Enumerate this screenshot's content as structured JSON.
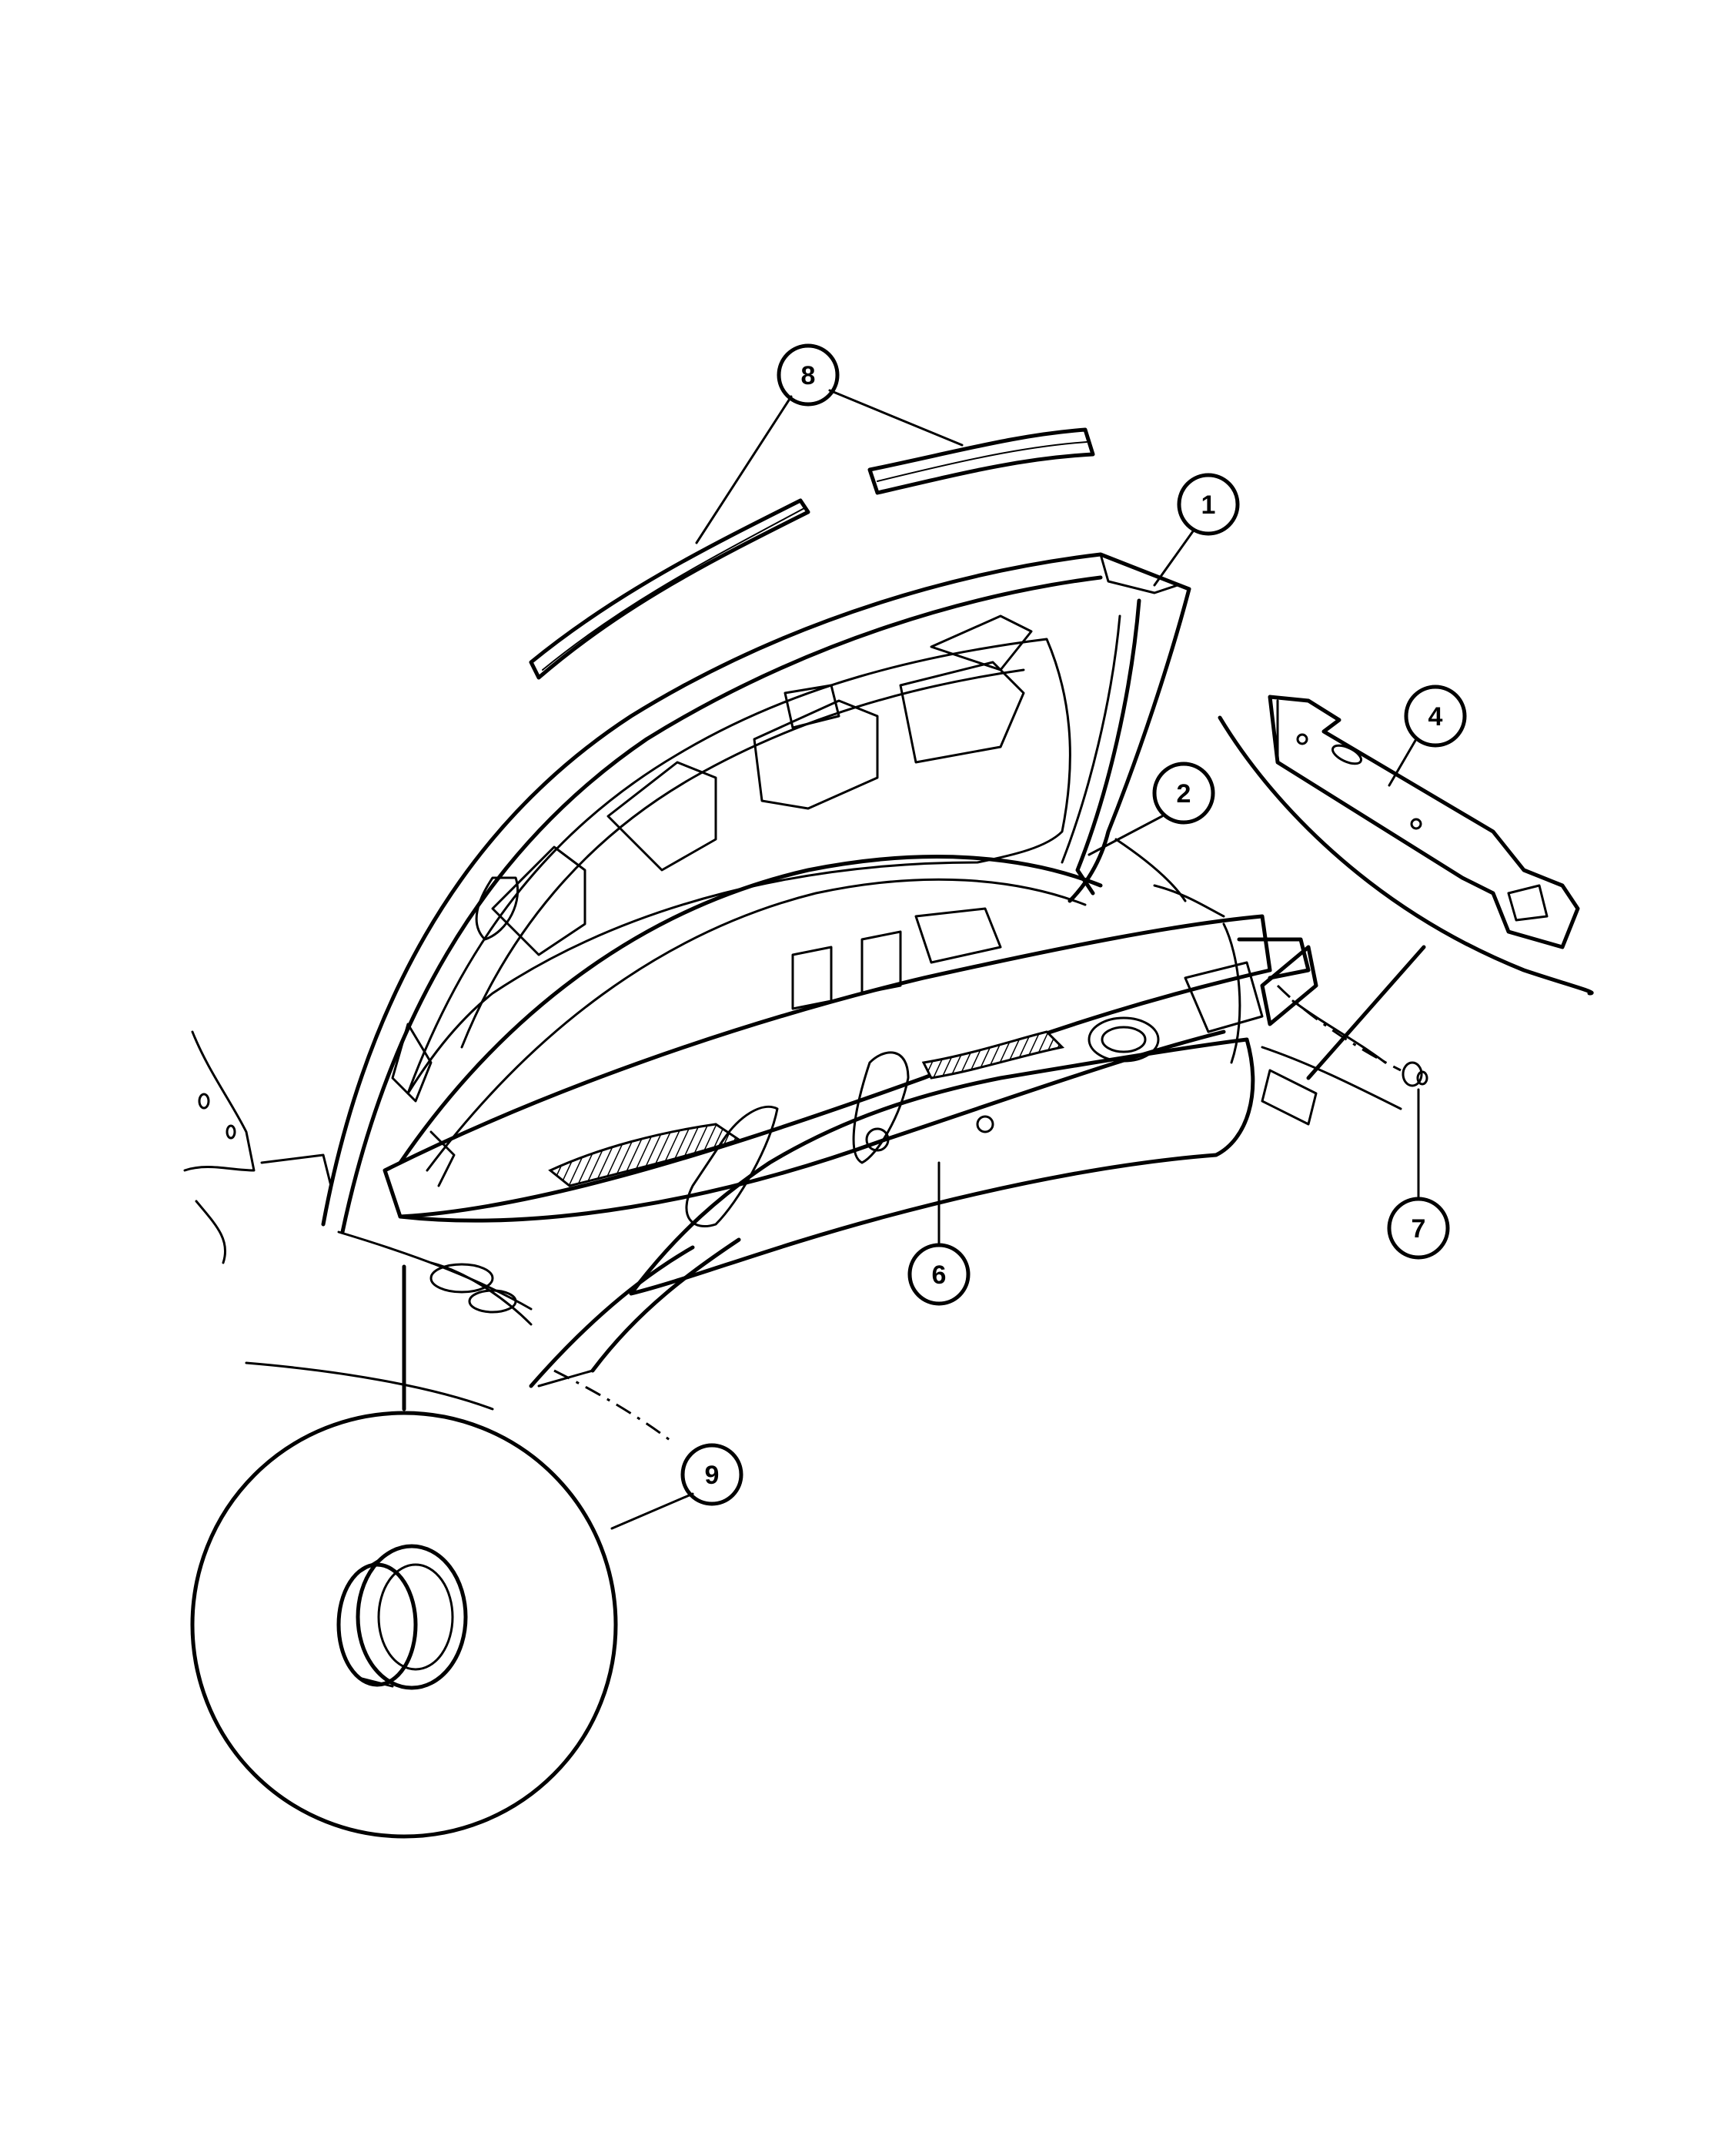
{
  "callouts": [
    {
      "id": "1",
      "label": "1"
    },
    {
      "id": "2",
      "label": "2"
    },
    {
      "id": "4",
      "label": "4"
    },
    {
      "id": "6",
      "label": "6"
    },
    {
      "id": "7",
      "label": "7"
    },
    {
      "id": "8",
      "label": "8"
    },
    {
      "id": "9",
      "label": "9"
    }
  ],
  "colors": {
    "line": "#000000",
    "background": "#ffffff"
  }
}
